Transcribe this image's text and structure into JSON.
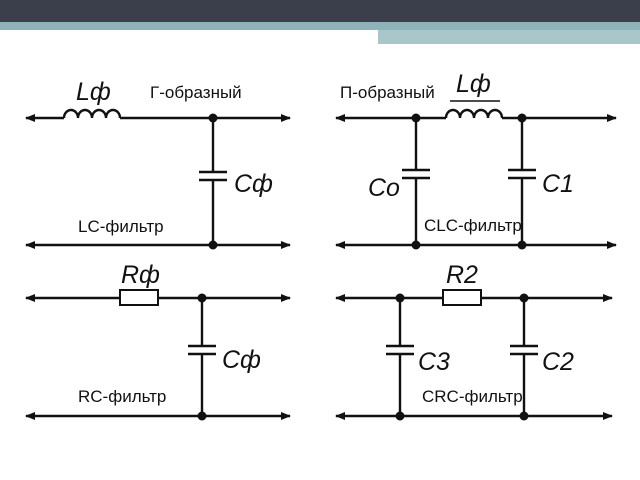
{
  "circuits": {
    "lc": {
      "shape": "Г-образный",
      "name": "LC-фильтр",
      "inductor": "Lф",
      "capacitor": "Cф"
    },
    "clc": {
      "shape": "П-образный",
      "name": "CLC-фильтр",
      "inductor": "Lф",
      "capacitor_in": "Co",
      "capacitor_out": "C1"
    },
    "rc": {
      "name": "RC-фильтр",
      "resistor": "Rф",
      "capacitor": "Cф"
    },
    "crc": {
      "name": "CRC-фильтр",
      "resistor": "R2",
      "capacitor_in": "C3",
      "capacitor_out": "C2"
    }
  }
}
